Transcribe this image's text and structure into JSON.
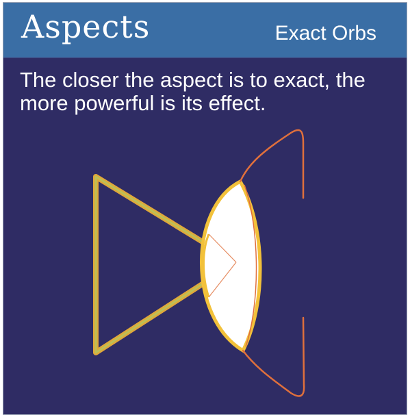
{
  "header": {
    "title": "Aspects",
    "subtitle": "Exact Orbs"
  },
  "body": {
    "description": "The closer the aspect is to exact, the more powerful is its effect."
  },
  "colors": {
    "background": "#2f2c64",
    "header": "#3a6ea5",
    "triangle_outer": "#e0a83a",
    "triangle_inner": "#b9c25a",
    "lens_fill": "#ffffff",
    "lens_stroke": "#f2c13a",
    "orb_line": "#e0703c"
  }
}
